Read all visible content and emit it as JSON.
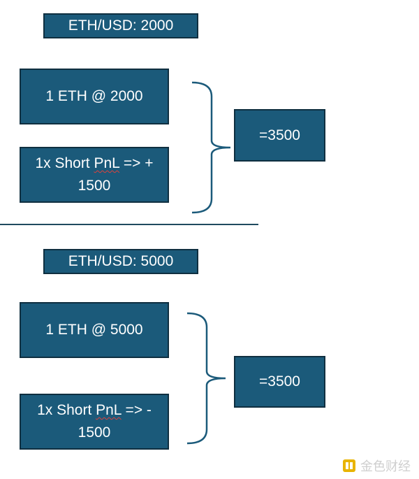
{
  "top": {
    "price_label": "ETH/USD: 2000",
    "holding_label": "1 ETH @ 2000",
    "short_label_prefix": "1x Short ",
    "short_label_pnl": "PnL",
    "short_label_suffix": " => +",
    "short_label_value": "1500",
    "total_label": "=3500"
  },
  "bottom": {
    "price_label": "ETH/USD: 5000",
    "holding_label": "1 ETH @ 5000",
    "short_label_prefix": "1x Short ",
    "short_label_pnl": "PnL",
    "short_label_suffix": " => -",
    "short_label_value": "1500",
    "total_label": "=3500"
  },
  "watermark": {
    "text": "金色财经",
    "icon": "golden-finance-logo-icon"
  },
  "colors": {
    "box_fill": "#1b5a7a",
    "box_border": "#0f2f40",
    "brace": "#1b5a7a",
    "text": "#ffffff"
  }
}
